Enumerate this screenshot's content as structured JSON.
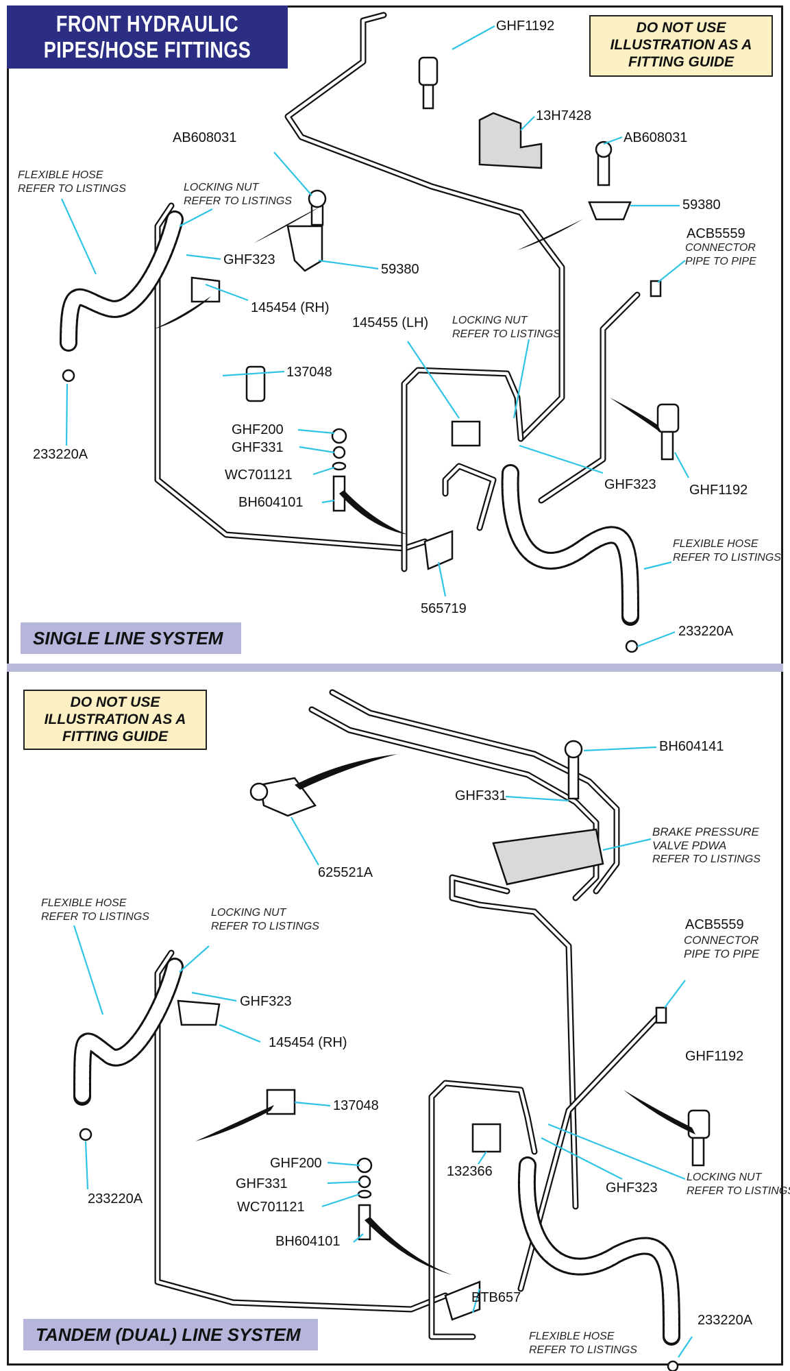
{
  "title": {
    "line1": "FRONT HYDRAULIC",
    "line2": "PIPES/HOSE FITTINGS"
  },
  "warning": {
    "line1": "DO NOT USE",
    "line2": "ILLUSTRATION AS A",
    "line3": "FITTING GUIDE"
  },
  "colors": {
    "title_bg": "#2b2e83",
    "warning_bg": "#fbf1c4",
    "label_bg": "#b6b6dc",
    "leader": "#2fc4e4"
  },
  "single_line": {
    "label": "SINGLE LINE SYSTEM",
    "parts": {
      "ghf1192_top": "GHF1192",
      "p13h7428": "13H7428",
      "ab608031_left": "AB608031",
      "ab608031_right": "AB608031",
      "p59380_right": "59380",
      "p59380_left": "59380",
      "acb5559": "ACB5559",
      "ghf323_left": "GHF323",
      "p145454": "145454 (RH)",
      "p145455": "145455 (LH)",
      "p137048": "137048",
      "p233220a_left": "233220A",
      "ghf200": "GHF200",
      "ghf331": "GHF331",
      "wc701121": "WC701121",
      "bh604101": "BH604101",
      "ghf323_right": "GHF323",
      "ghf1192_right": "GHF1192",
      "p565719": "565719",
      "p233220a_right": "233220A"
    },
    "notes": {
      "flex_hose_left": {
        "line1": "FLEXIBLE HOSE",
        "line2": "REFER TO LISTINGS"
      },
      "locking_nut_left": {
        "line1": "LOCKING NUT",
        "line2": "REFER TO LISTINGS"
      },
      "connector": {
        "line1": "CONNECTOR",
        "line2": "PIPE TO PIPE"
      },
      "locking_nut_right": {
        "line1": "LOCKING NUT",
        "line2": "REFER TO LISTINGS"
      },
      "flex_hose_right": {
        "line1": "FLEXIBLE HOSE",
        "line2": "REFER TO LISTINGS"
      }
    }
  },
  "tandem_line": {
    "label": "TANDEM (DUAL) LINE SYSTEM",
    "parts": {
      "bh604141": "BH604141",
      "ghf331_top": "GHF331",
      "p625521a": "625521A",
      "acb5559": "ACB5559",
      "ghf323_left": "GHF323",
      "p145454": "145454 (RH)",
      "ghf1192": "GHF1192",
      "p137048": "137048",
      "p233220a_left": "233220A",
      "ghf200": "GHF200",
      "ghf331": "GHF331",
      "wc701121": "WC701121",
      "bh604101": "BH604101",
      "p132366": "132366",
      "ghf323_right": "GHF323",
      "btb657": "BTB657",
      "p233220a_right": "233220A"
    },
    "notes": {
      "brake_valve": {
        "line1": "BRAKE PRESSURE",
        "line2": "VALVE PDWA",
        "line3": "REFER TO LISTINGS"
      },
      "flex_hose_left": {
        "line1": "FLEXIBLE HOSE",
        "line2": "REFER TO LISTINGS"
      },
      "locking_nut_left": {
        "line1": "LOCKING NUT",
        "line2": "REFER TO LISTINGS"
      },
      "connector": {
        "line1": "CONNECTOR",
        "line2": "PIPE TO PIPE"
      },
      "locking_nut_right": {
        "line1": "LOCKING NUT",
        "line2": "REFER TO LISTINGS"
      },
      "flex_hose_bottom": {
        "line1": "FLEXIBLE HOSE",
        "line2": "REFER TO LISTINGS"
      }
    }
  }
}
